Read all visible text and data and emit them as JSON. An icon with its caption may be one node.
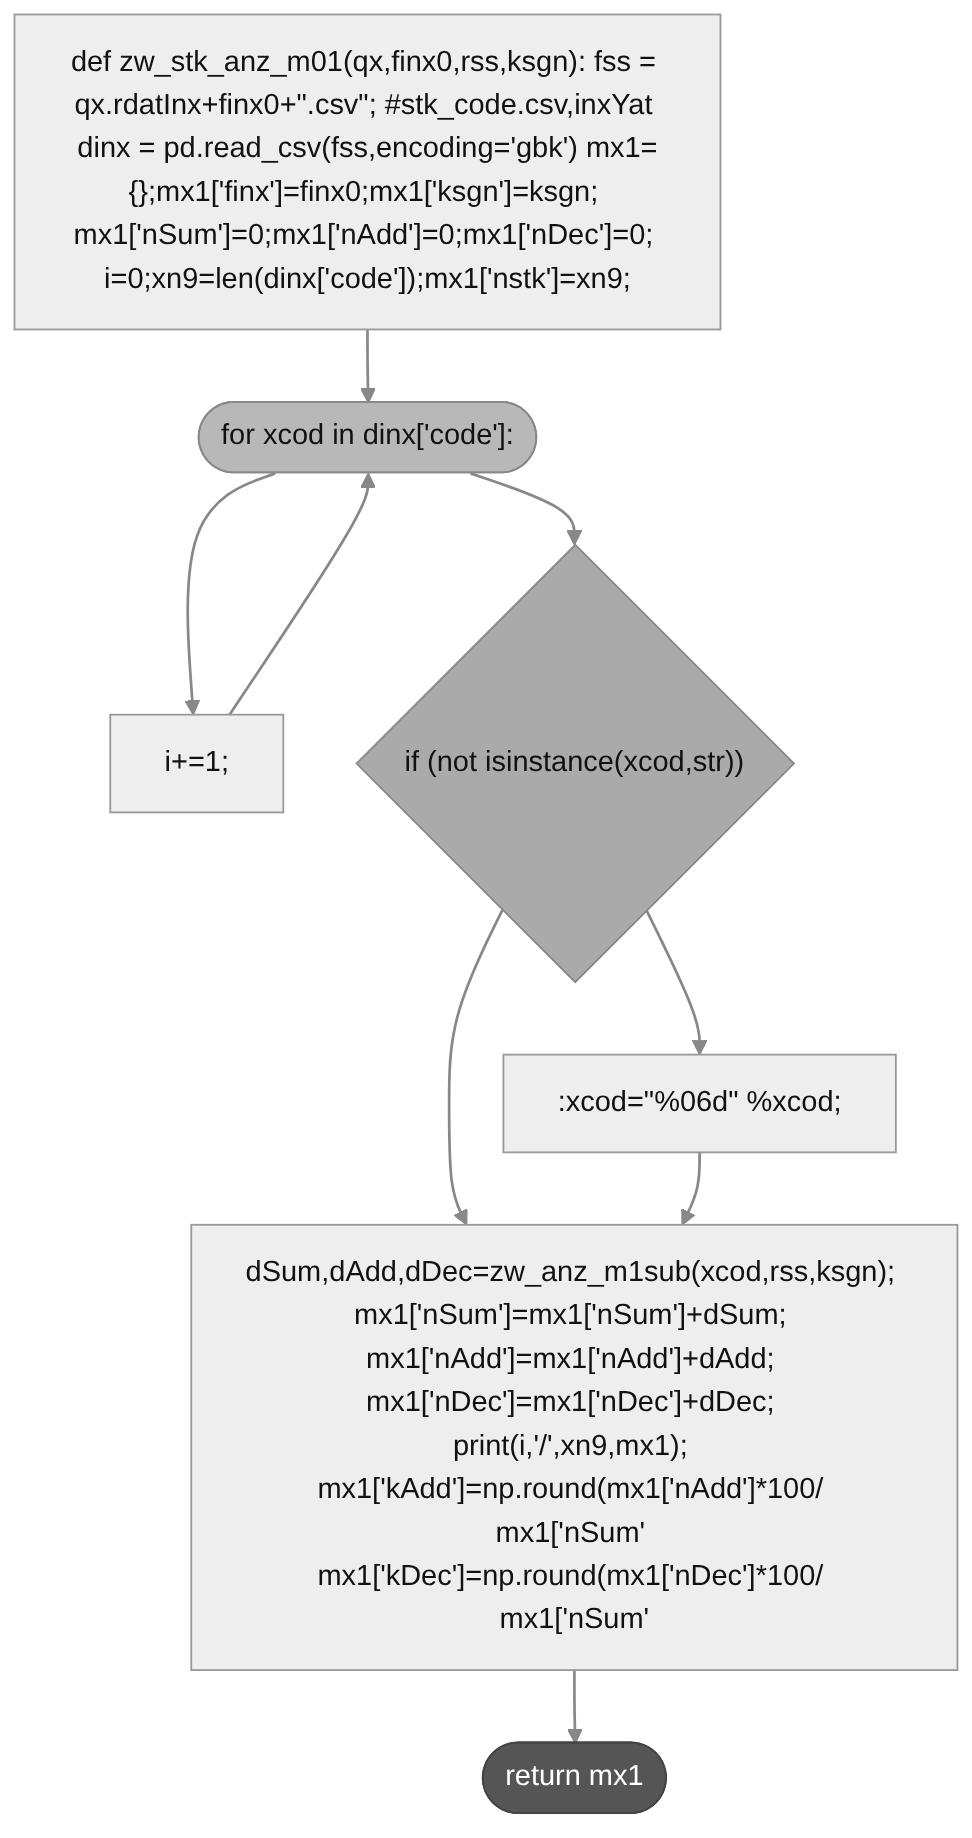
{
  "diagram": {
    "nodes": [
      {
        "text": [
          "def zw_stk_anz_m01(qx,finx0,rss,ksgn): fss = qx.rdatInx+finx0+\".csv\"; #stk_code.csv,inxYat dinx = pd.read_csv(fss,encoding='gbk') mx1={};mx1['finx']=finx0;mx1['ksgn']=ksgn; mx1['nSum']=0;mx1['nAdd']=0;mx1['nDec']=0; i=0;xn9=len(dinx['code']);mx1['nstk']=xn9;"
        ]
      },
      {
        "text": [
          "for xcod in dinx['code']:"
        ]
      },
      {
        "text": [
          "i+=1;"
        ]
      },
      {
        "text": [
          "if (not isinstance(xcod,str))"
        ]
      },
      {
        "text": [
          ":xcod=\"%06d\" %xcod;"
        ]
      },
      {
        "text": [
          "dSum,dAdd,dDec=zw_anz_m1sub(xcod,rss,ksgn); mx1['nSum']=mx1['nSum']+dSum; mx1['nAdd']=mx1['nAdd']+dAdd; mx1['nDec']=mx1['nDec']+dDec; print(i,'/',xn9,mx1); mx1['kAdd']=np.round(mx1['nAdd']*100/ mx1['nSum' mx1['kDec']=np.round(mx1['nDec']*100/ mx1['nSum'"
        ]
      },
      {
        "text": [
          "return mx1"
        ]
      }
    ],
    "edges": [
      {
        "from": 0,
        "to": 1,
        "arrow": "to"
      },
      {
        "from": 1,
        "to": 2,
        "arrow": "to"
      },
      {
        "from": 2,
        "to": 1,
        "arrow": "to"
      },
      {
        "from": 1,
        "to": 3,
        "arrow": "to"
      },
      {
        "from": 3,
        "to": 4,
        "arrow": "to"
      },
      {
        "from": 3,
        "to": 5,
        "arrow": "to"
      },
      {
        "from": 4,
        "to": 5,
        "arrow": "to"
      },
      {
        "from": 5,
        "to": 6,
        "arrow": "to"
      }
    ]
  }
}
